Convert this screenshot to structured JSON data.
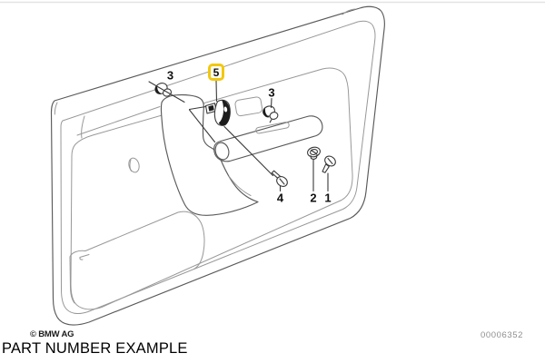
{
  "diagram": {
    "description": "BMW door panel trim parts line-art diagram",
    "line_color": "#5a5a5a",
    "highlight": {
      "border_color": "#f2c80f",
      "fill_color": "#fffdf2"
    },
    "callouts": [
      {
        "id": "3-left",
        "label": "3",
        "highlighted": false
      },
      {
        "id": "5",
        "label": "5",
        "highlighted": true
      },
      {
        "id": "3-right",
        "label": "3",
        "highlighted": false
      },
      {
        "id": "4",
        "label": "4",
        "highlighted": false
      },
      {
        "id": "2",
        "label": "2",
        "highlighted": false
      },
      {
        "id": "1",
        "label": "1",
        "highlighted": false
      }
    ]
  },
  "footer": {
    "copyright": "© BMW AG",
    "caption": "PART NUMBER EXAMPLE",
    "diagram_number": "00006352"
  }
}
